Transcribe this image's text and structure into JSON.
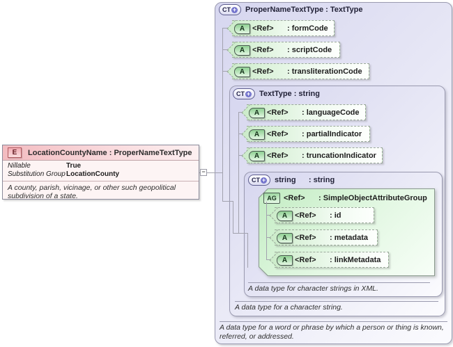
{
  "diagram": {
    "element": {
      "icon": "E",
      "title": "LocationCountyName : ProperNameTextType",
      "properties": [
        {
          "label": "Nillable",
          "value": "True"
        },
        {
          "label": "Substitution Group",
          "value": "LocationCounty"
        }
      ],
      "annotation": "A county, parish, vicinage, or other such geopolitical subdivision of a state."
    },
    "connector": {
      "toggle": "−"
    },
    "proper_name_text_type": {
      "icon": "CT",
      "expand_badge": "+",
      "title": "ProperNameTextType : TextType",
      "attributes": [
        {
          "icon": "A",
          "ref": "<Ref>",
          "name": ": formCode"
        },
        {
          "icon": "A",
          "ref": "<Ref>",
          "name": ": scriptCode"
        },
        {
          "icon": "A",
          "ref": "<Ref>",
          "name": ": transliterationCode"
        }
      ],
      "annotation": "A data type for a word or phrase by which a person or thing is known, referred, or addressed."
    },
    "text_type": {
      "icon": "CT",
      "expand_badge": "+",
      "title": "TextType : string",
      "attributes": [
        {
          "icon": "A",
          "ref": "<Ref>",
          "name": ": languageCode"
        },
        {
          "icon": "A",
          "ref": "<Ref>",
          "name": ": partialIndicator"
        },
        {
          "icon": "A",
          "ref": "<Ref>",
          "name": ": truncationIndicator"
        }
      ],
      "annotation": "A data type for a character string."
    },
    "string_type": {
      "icon": "CT",
      "expand_badge": "+",
      "title": "string      : string",
      "attribute_group": {
        "icon": "AG",
        "ref": "<Ref>",
        "name": ": SimpleObjectAttributeGroup",
        "attributes": [
          {
            "icon": "A",
            "ref": "<Ref>",
            "name": ": id"
          },
          {
            "icon": "A",
            "ref": "<Ref>",
            "name": ": metadata"
          },
          {
            "icon": "A",
            "ref": "<Ref>",
            "name": ": linkMetadata"
          }
        ]
      },
      "annotation": "A data type for character strings in XML."
    },
    "colors": {
      "box_fill": "#d6d6ef",
      "box_border": "#9a9ab0",
      "tag_fill": "#cdeccb",
      "tag_border": "#9aa89a",
      "group_fill": "#c2ecc2",
      "element_header": "#f3bbc0",
      "element_fill": "#fdf4f4",
      "line": "#a2a2ae"
    }
  }
}
